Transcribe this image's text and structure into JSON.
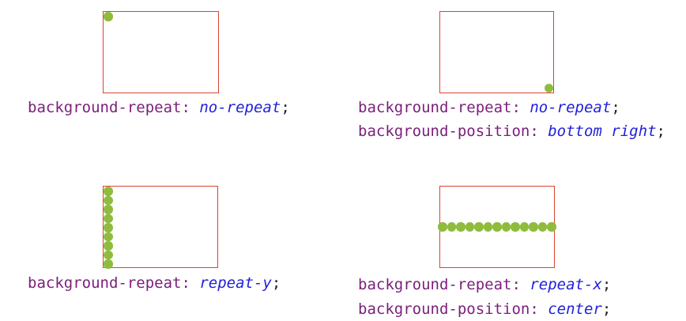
{
  "colors": {
    "box_border": "#d9452f",
    "dot": "#8fbc3c",
    "property": "#7a1f7a",
    "value": "#2121d9",
    "punctuation": "#222222"
  },
  "examples": [
    {
      "repeat": "no-repeat",
      "position": "top left",
      "lines": [
        {
          "property": "background-repeat:",
          "value": "no-repeat",
          "end": ";"
        }
      ]
    },
    {
      "repeat": "no-repeat",
      "position": "bottom right",
      "lines": [
        {
          "property": "background-repeat:",
          "value": "no-repeat",
          "end": ";"
        },
        {
          "property": "background-position:",
          "value": "bottom right",
          "end": ";"
        }
      ]
    },
    {
      "repeat": "repeat-y",
      "position": "top left",
      "lines": [
        {
          "property": "background-repeat:",
          "value": "repeat-y",
          "end": ";"
        }
      ]
    },
    {
      "repeat": "repeat-x",
      "position": "center",
      "lines": [
        {
          "property": "background-repeat:",
          "value": "repeat-x",
          "end": ";"
        },
        {
          "property": "background-position:",
          "value": "center",
          "end": ";"
        }
      ]
    }
  ]
}
